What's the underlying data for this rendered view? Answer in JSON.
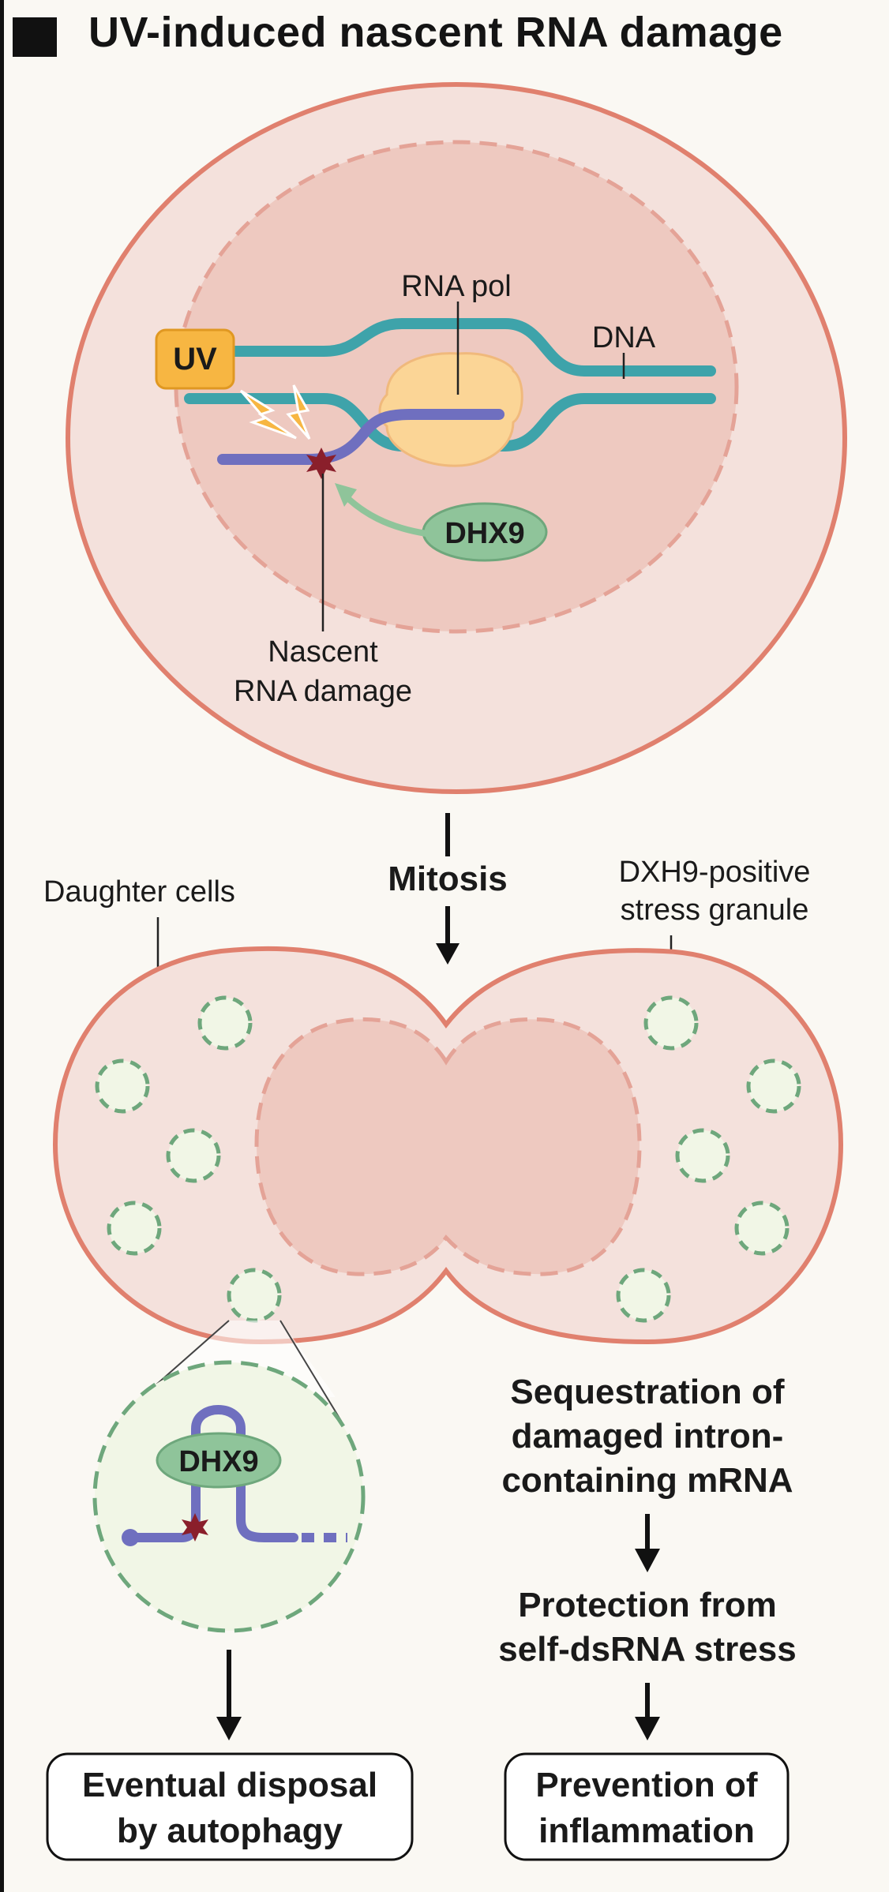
{
  "title": "UV-induced nascent RNA damage",
  "labels": {
    "uv": "UV",
    "rna_pol": "RNA pol",
    "dna": "DNA",
    "dhx9": "DHX9",
    "nascent_line1": "Nascent",
    "nascent_line2": "RNA damage",
    "mitosis": "Mitosis",
    "daughter_cells": "Daughter cells",
    "granule_line1": "DXH9-positive",
    "granule_line2": "stress granule",
    "zoom_dhx9": "DHX9"
  },
  "outcomes": {
    "seq_line1": "Sequestration of",
    "seq_line2": "damaged intron-",
    "seq_line3": "containing mRNA",
    "prot_line1": "Protection from",
    "prot_line2": "self-dsRNA stress",
    "prev_line1": "Prevention of",
    "prev_line2": "inflammation",
    "disp_line1": "Eventual disposal",
    "disp_line2": "by autophagy"
  },
  "colors": {
    "cell_outline": "#e0806e",
    "cell_fill": "#f4e1dc",
    "nucleus_fill": "#eec9c0",
    "dna": "#3ea3aa",
    "rna": "#6f6fbf",
    "pol": "#fbd596",
    "dhx9": "#8fc49a",
    "damage": "#8a1f2b",
    "uv": "#f7b642",
    "granule": "#6ea77c",
    "granule_fill": "#f1f6e6"
  }
}
